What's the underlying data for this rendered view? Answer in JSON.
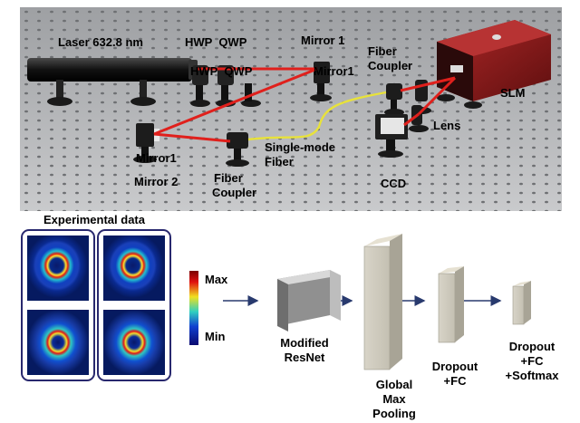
{
  "setup": {
    "laser": "Laser 632.8 nm",
    "hwp_qwp_top": "HWP  QWP",
    "hwp_qwp_overlay": "HWP  QWP",
    "mirror1_top": "Mirror 1",
    "mirror1_overlay": "Mirror1",
    "fiber_coupler_right": [
      "Fiber",
      "Coupler"
    ],
    "slm": "SLM",
    "lens": "Lens",
    "ccd": "CCD",
    "single_mode_fiber": [
      "Single-mode",
      "Fiber"
    ],
    "mirror1_left": "Mirror1",
    "mirror2": "Mirror 2",
    "fiber_coupler_bottom": [
      "Fiber",
      "Coupler"
    ],
    "beam_color": "#e0201c",
    "fiber_color": "#e8e23a",
    "slm_color": "#8e1b1b"
  },
  "pipeline": {
    "experimental_data_title": "Experimental data",
    "colorbar_max": "Max",
    "colorbar_min": "Min",
    "stages": [
      {
        "lines": [
          "Modified",
          "ResNet"
        ]
      },
      {
        "lines": [
          "Global",
          "Max",
          "Pooling"
        ]
      },
      {
        "lines": [
          "Dropout",
          "+FC"
        ]
      },
      {
        "lines": [
          "Dropout",
          "+FC",
          "+Softmax"
        ]
      }
    ],
    "frame_color": "#28286e",
    "arrow_color": "#283a6e"
  }
}
